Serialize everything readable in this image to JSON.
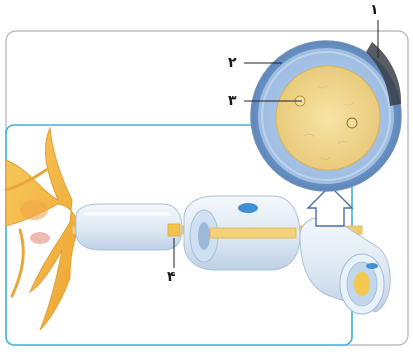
{
  "figure": {
    "labels": {
      "label_1": "۱",
      "label_2": "۲",
      "label_3": "۳",
      "label_4": "۴"
    },
    "colors": {
      "outer_frame": "#b9b9b9",
      "inner_frame": "#3db4d8",
      "cell_body": "#f2b33e",
      "myelin_light": "#e4eef8",
      "myelin_blue": "#8fb5dc",
      "axon_core": "#f3d27a",
      "arrow_outline": "#4a6fa8"
    }
  }
}
